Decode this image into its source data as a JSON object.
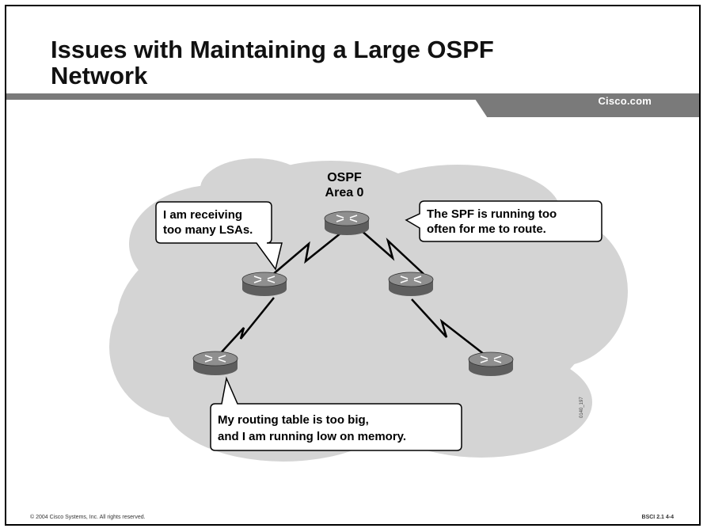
{
  "slide": {
    "title_line1": "Issues with Maintaining a Large OSPF",
    "title_line2": "Network",
    "brand": "Cisco.com"
  },
  "diagram": {
    "area_label_line1": "OSPF",
    "area_label_line2": "Area 0",
    "callouts": {
      "lsa_line1": "I am receiving",
      "lsa_line2": "too many LSAs.",
      "spf_line1": "The SPF is running too",
      "spf_line2": "often for me to route.",
      "memory_line1": "My routing table is too big,",
      "memory_line2": "and I am running low on memory."
    },
    "code": "0140_197"
  },
  "footer": {
    "copyright": "© 2004 Cisco Systems, Inc. All rights reserved.",
    "course": "BSCI 2.1    4-4"
  },
  "colors": {
    "cloud": "#d4d4d4",
    "band": "#7a7a7a",
    "router_top": "#8f8f8f",
    "router_side": "#5e5e5e"
  }
}
